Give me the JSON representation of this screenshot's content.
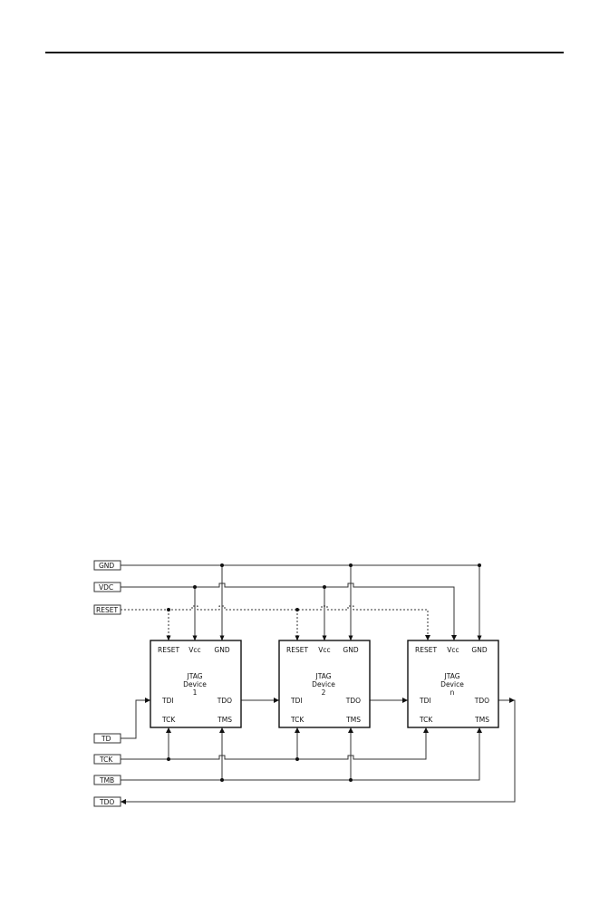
{
  "signals": {
    "gnd": "GND",
    "vdc": "VDC",
    "reset": "RESET",
    "td": "TD",
    "tck": "TCK",
    "tmb": "TMB",
    "tdo": "TDO"
  },
  "pins": {
    "reset": "RESET",
    "vcc": "Vcc",
    "gnd": "GND",
    "tdi": "TDI",
    "tdo": "TDO",
    "tck": "TCK",
    "tms": "TMS"
  },
  "devices": [
    {
      "line1": "JTAG",
      "line2": "Device",
      "line3": "1"
    },
    {
      "line1": "JTAG",
      "line2": "Device",
      "line3": "2"
    },
    {
      "line1": "JTAG",
      "line2": "Device",
      "line3": "n"
    }
  ]
}
